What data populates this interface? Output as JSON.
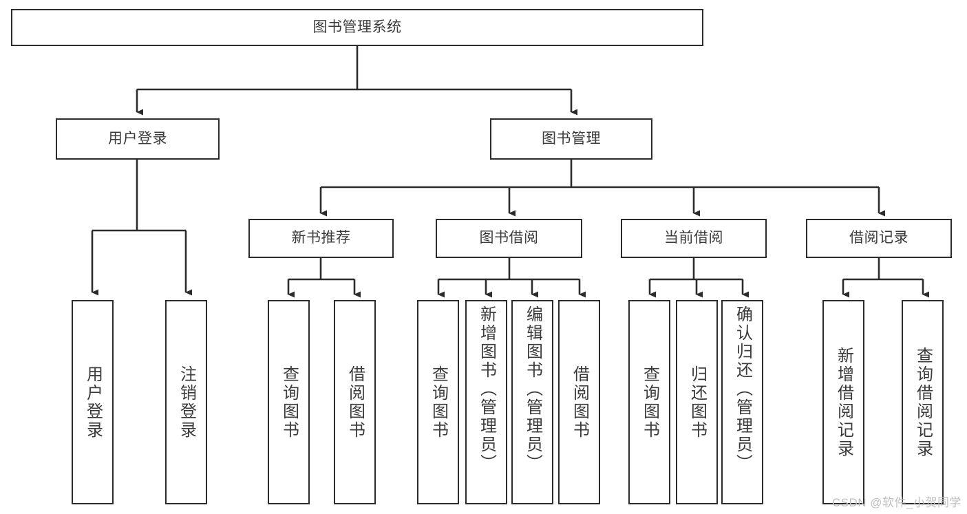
{
  "diagram": {
    "type": "tree-hierarchy",
    "title": "图书管理系统",
    "background_color": "#ffffff",
    "box_border_color": "#2b2b2b",
    "text_color": "#3b3b3b",
    "connector_color": "#2b2b2b"
  },
  "nodes": {
    "root": {
      "label": "图书管理系统",
      "level": 0
    },
    "level1": [
      {
        "id": "user-login",
        "label": "用户登录"
      },
      {
        "id": "book-management",
        "label": "图书管理"
      }
    ],
    "level2": [
      {
        "id": "new-book-recommend",
        "label": "新书推荐",
        "parent": "book-management"
      },
      {
        "id": "book-borrow",
        "label": "图书借阅",
        "parent": "book-management"
      },
      {
        "id": "current-borrow",
        "label": "当前借阅",
        "parent": "book-management"
      },
      {
        "id": "borrow-record",
        "label": "借阅记录",
        "parent": "book-management"
      }
    ],
    "leaves": {
      "user-login": [
        {
          "id": "leaf-user-login",
          "label": "用户登录"
        },
        {
          "id": "leaf-logout-login",
          "label": "注销登录"
        }
      ],
      "new-book-recommend": [
        {
          "id": "leaf-query-book-1",
          "label": "查询图书"
        },
        {
          "id": "leaf-borrow-book-1",
          "label": "借阅图书"
        }
      ],
      "book-borrow": [
        {
          "id": "leaf-query-book-2",
          "label": "查询图书"
        },
        {
          "id": "leaf-add-book",
          "label": "新增图书（管理员）"
        },
        {
          "id": "leaf-edit-book",
          "label": "编辑图书（管理员）"
        },
        {
          "id": "leaf-borrow-book-2",
          "label": "借阅图书"
        }
      ],
      "current-borrow": [
        {
          "id": "leaf-query-book-3",
          "label": "查询图书"
        },
        {
          "id": "leaf-return-book",
          "label": "归还图书"
        },
        {
          "id": "leaf-confirm-return",
          "label": "确认归还（管理员）"
        }
      ],
      "borrow-record": [
        {
          "id": "leaf-add-record",
          "label": "新增借阅记录"
        },
        {
          "id": "leaf-query-record",
          "label": "查询借阅记录"
        }
      ]
    }
  },
  "watermark": {
    "text": "CSDN @软件_小贺同学"
  }
}
